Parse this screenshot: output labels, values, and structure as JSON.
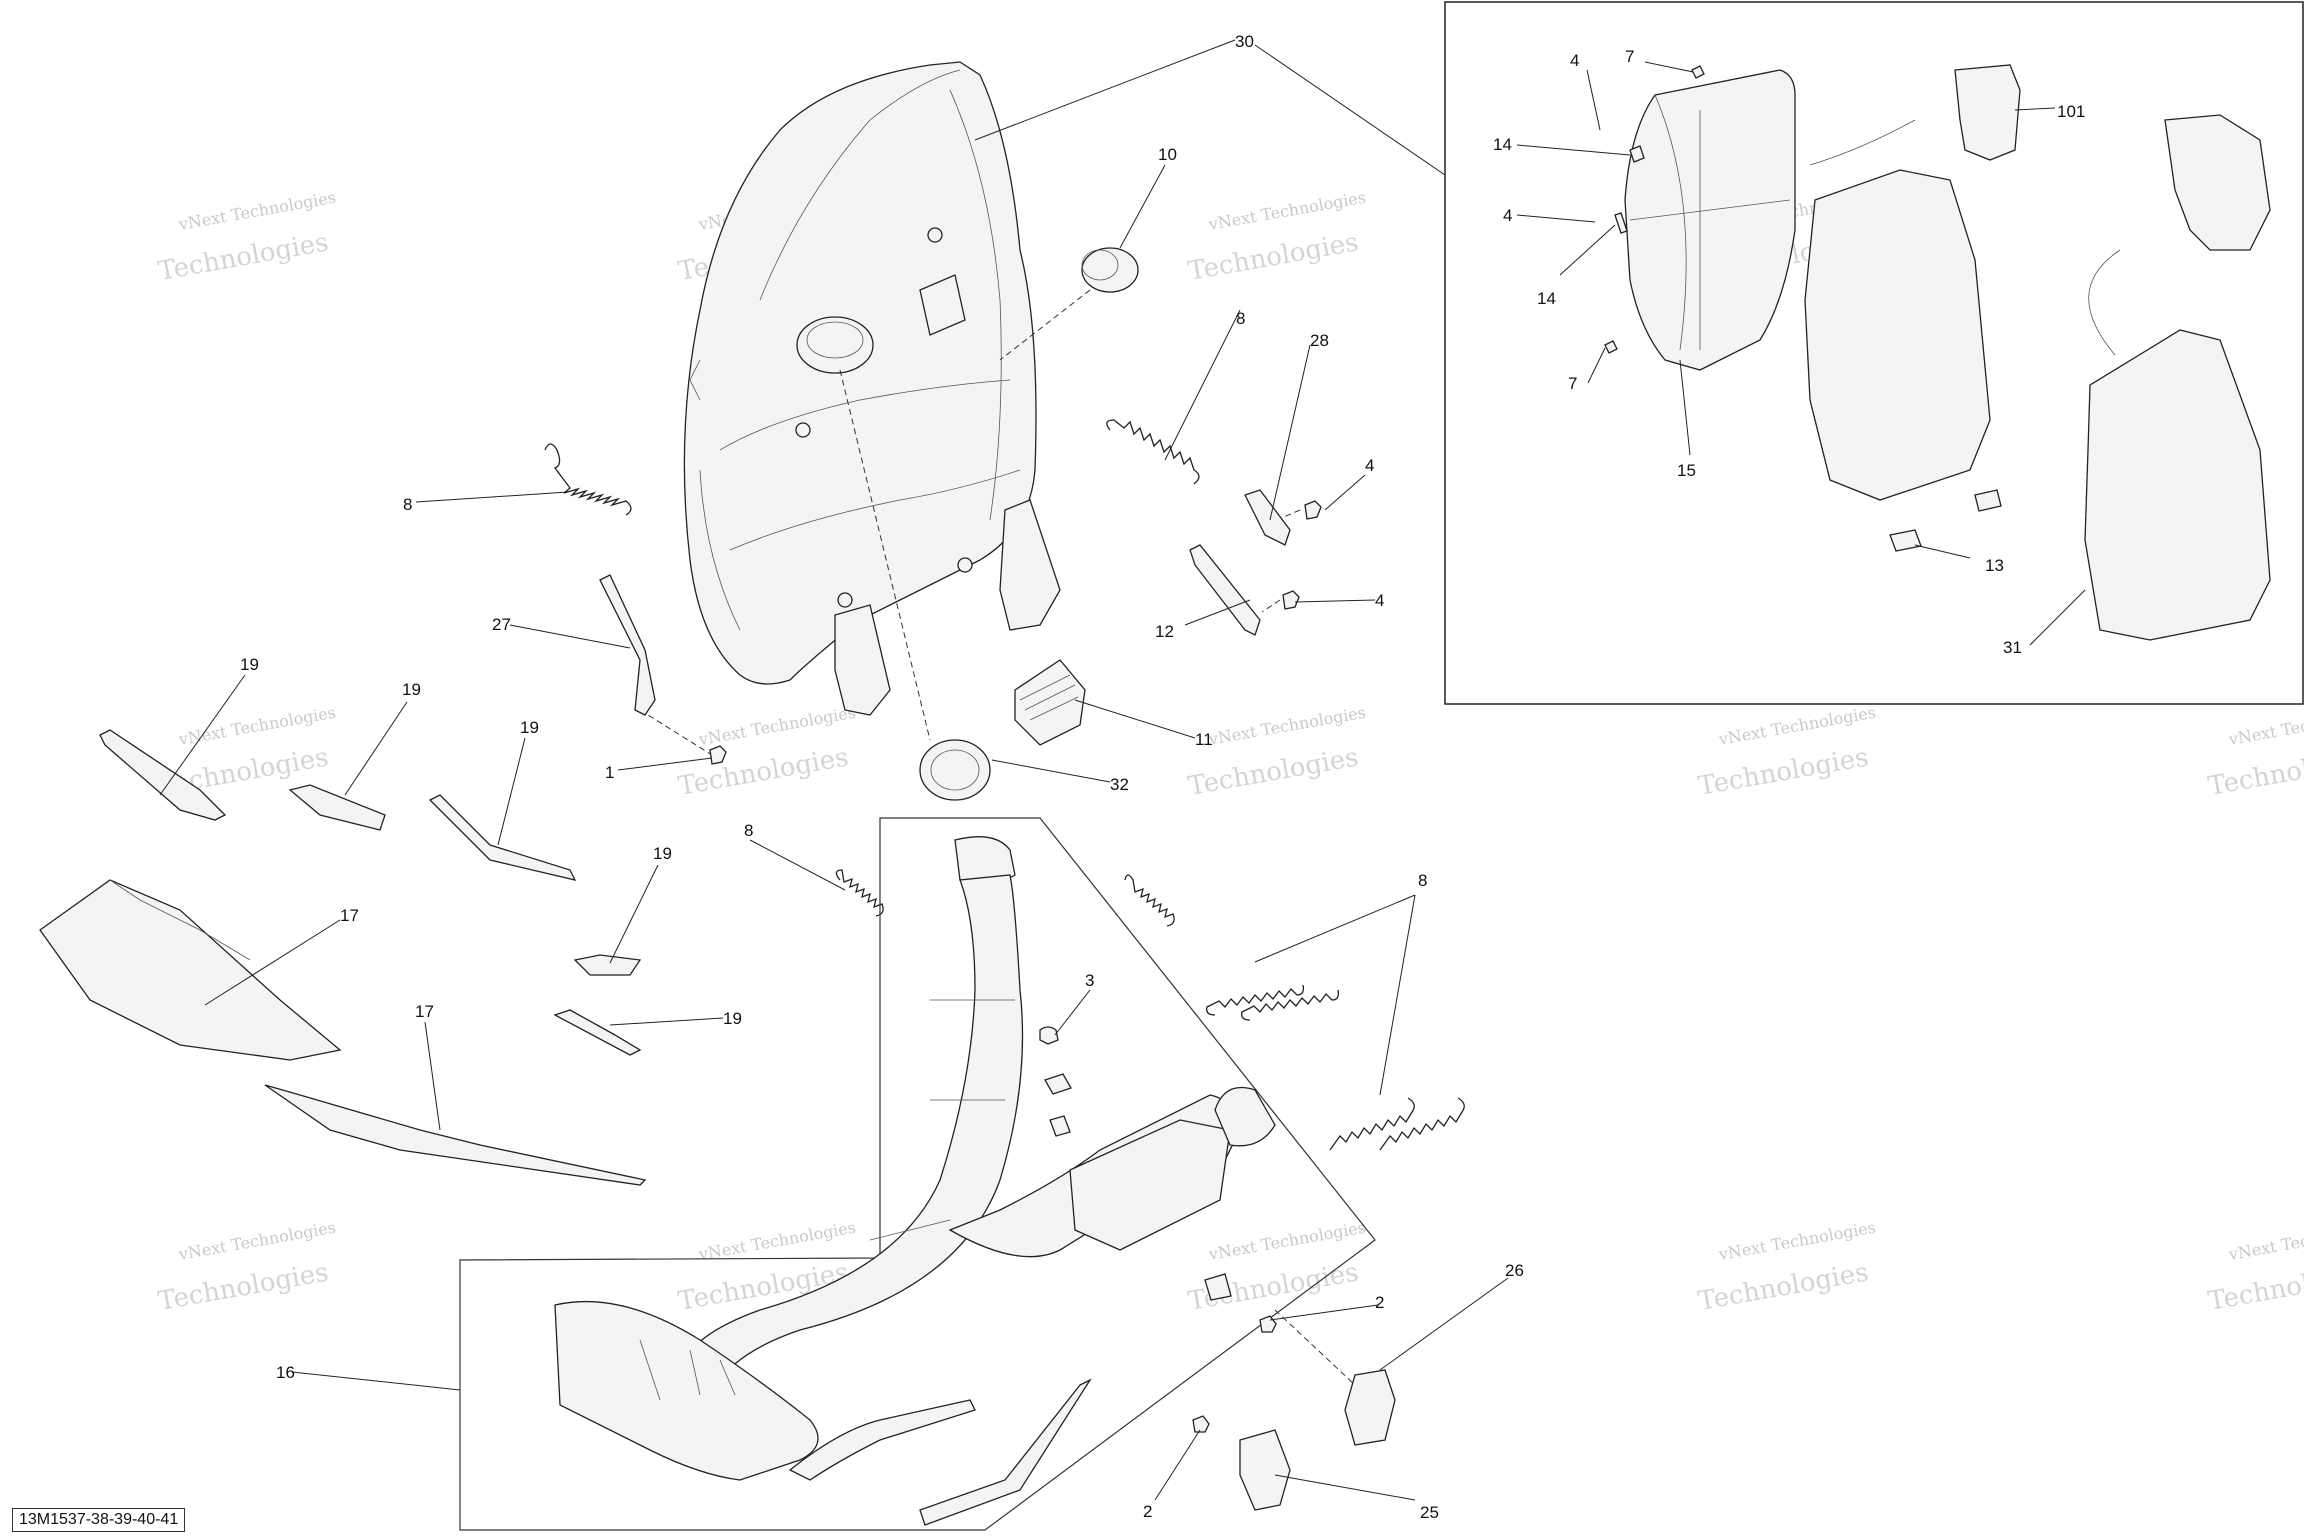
{
  "drawing_code": "13M1537-38-39-40-41",
  "watermark": {
    "line1": "vNext Technologies",
    "line2": "Technologies",
    "logo": "vNext"
  },
  "callouts": {
    "c30": "30",
    "c10": "10",
    "c8a": "8",
    "c28": "28",
    "c4a": "4",
    "c8b": "8",
    "c4b": "4",
    "c12": "12",
    "c27": "27",
    "c1": "1",
    "c11": "11",
    "c32": "32",
    "c19a": "19",
    "c19b": "19",
    "c19c": "19",
    "c19d": "19",
    "c19e": "19",
    "c17a": "17",
    "c17b": "17",
    "c8c": "8",
    "c8d": "8",
    "c3": "3",
    "c16": "16",
    "c2a": "2",
    "c2b": "2",
    "c26": "26",
    "c25": "25",
    "c4c": "4",
    "c7a": "7",
    "c14a": "14",
    "c4d": "4",
    "c14b": "14",
    "c7b": "7",
    "c15": "15",
    "c101": "101",
    "c13": "13",
    "c31": "31"
  }
}
